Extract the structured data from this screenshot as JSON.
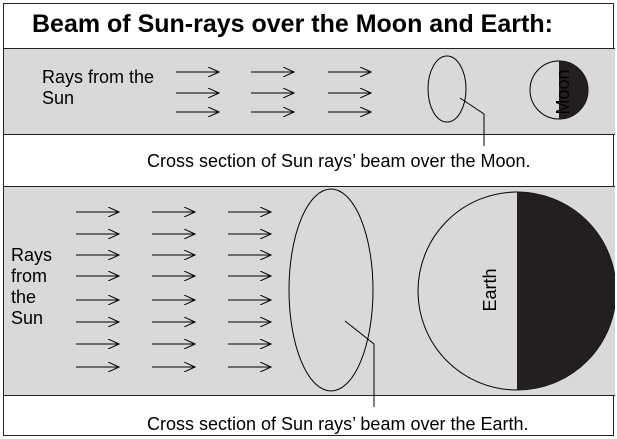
{
  "title": "Beam of Sun-rays over the Moon and Earth:",
  "moon_panel": {
    "rays_label": "Rays from the Sun",
    "body_label": "Moon",
    "caption": "Cross section of Sun rays’ beam over the Moon."
  },
  "earth_panel": {
    "rays_label_lines": [
      "Rays",
      "from",
      "the",
      "Sun"
    ],
    "body_label": "Earth",
    "caption": "Cross section of Sun rays’ beam over the Earth."
  },
  "colors": {
    "band": "#d9d9d9",
    "shadow": "#231f20",
    "line": "#000000"
  }
}
